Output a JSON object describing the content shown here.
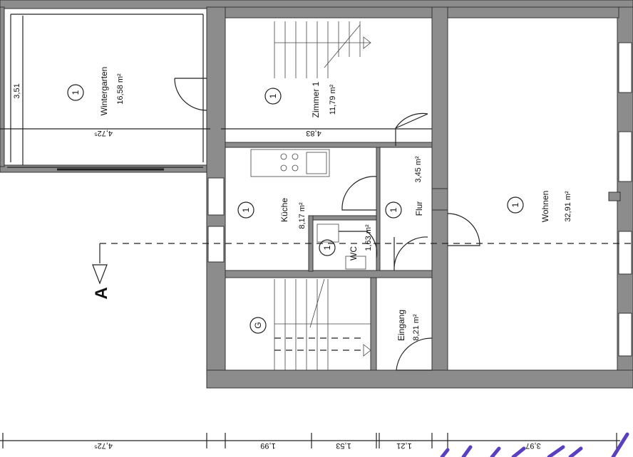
{
  "rooms": {
    "wintergarten": {
      "number": "1",
      "name": "Wintergarten",
      "area": "16,58 m²"
    },
    "zimmer1": {
      "number": "1",
      "name": "Zimmer 1",
      "area": "11,79 m²"
    },
    "kueche": {
      "number": "1",
      "name": "Küche",
      "area": "8,17 m²"
    },
    "flur": {
      "number": "1",
      "name": "Flur",
      "area": "3,45 m²"
    },
    "wc": {
      "number": "1",
      "name": "WC",
      "area": "1,63 m²"
    },
    "wohnen": {
      "number": "1",
      "name": "Wohnen",
      "area": "32,91 m²"
    },
    "treppe": {
      "number": "G"
    },
    "eingang": {
      "name": "Eingang",
      "area": "8,21 m²"
    }
  },
  "dimensions": {
    "wintergarten_height": "3,51",
    "wintergarten_width": "4,72⁵",
    "zimmer_width": "4,83",
    "bottom": [
      "4,72⁵",
      "1,99",
      "1,53",
      "1,21",
      "3,97"
    ]
  },
  "section_marker": "A",
  "colors": {
    "wall": "#8c8c8c",
    "line": "#222222",
    "annotation": "#5a3fc0"
  }
}
